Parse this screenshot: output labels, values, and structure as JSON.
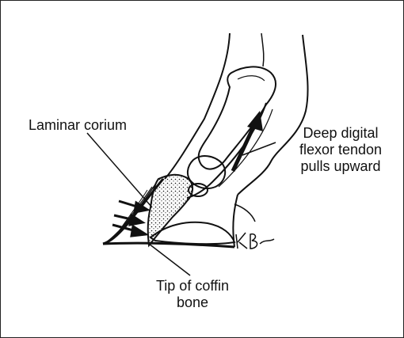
{
  "labels": {
    "laminar_corium": "Laminar corium",
    "flexor_line1": "Deep digital",
    "flexor_line2": "flexor tendon",
    "flexor_line3": "pulls upward",
    "tip_line1": "Tip of coffin",
    "tip_line2": "bone"
  },
  "signature": "KB",
  "colors": {
    "ink": "#111111",
    "background": "#ffffff"
  }
}
